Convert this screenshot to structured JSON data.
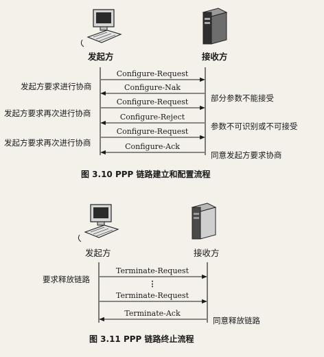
{
  "figure1": {
    "initiator_label": "发起方",
    "receiver_label": "接收方",
    "messages": [
      {
        "text": "Configure-Request",
        "direction": "right"
      },
      {
        "text": "Configure-Nak",
        "direction": "left"
      },
      {
        "text": "Configure-Request",
        "direction": "right"
      },
      {
        "text": "Configure-Reject",
        "direction": "left"
      },
      {
        "text": "Configure-Request",
        "direction": "right"
      },
      {
        "text": "Configure-Ack",
        "direction": "left"
      }
    ],
    "left_notes": [
      "发起方要求进行协商",
      "发起方要求再次进行协商",
      "发起方要求再次进行协商"
    ],
    "right_notes": [
      "部分参数不能接受",
      "参数不可识别或不可接受",
      "同意发起方要求协商"
    ],
    "caption": "图 3.10 PPP 链路建立和配置流程"
  },
  "figure2": {
    "initiator_label": "发起方",
    "receiver_label": "接收方",
    "messages": [
      {
        "text": "Terminate-Request",
        "direction": "right"
      },
      {
        "text": "⋮",
        "direction": "none"
      },
      {
        "text": "Terminate-Request",
        "direction": "right"
      },
      {
        "text": "Terminate-Ack",
        "direction": "left"
      }
    ],
    "left_notes": [
      "要求释放链路"
    ],
    "right_notes": [
      "同意释放链路"
    ],
    "caption": "图 3.11 PPP 链路终止流程"
  }
}
